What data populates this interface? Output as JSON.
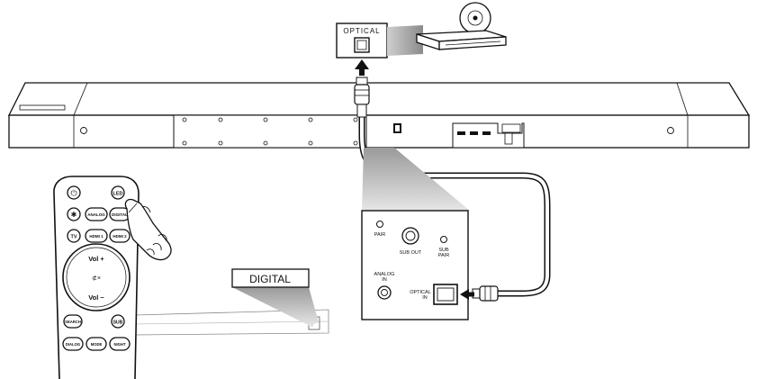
{
  "diagram": {
    "optical_port_box": {
      "label": "OPTICAL"
    },
    "rear_panel": {
      "pair_label": "PAIR",
      "sub_out_label": "SUB OUT",
      "sub_pair_label_line1": "SUB",
      "sub_pair_label_line2": "PAIR",
      "analog_in_line1": "ANALOG",
      "analog_in_line2": "IN",
      "optical_in_line1": "OPTICAL",
      "optical_in_line2": "IN"
    },
    "display_label": "DIGITAL",
    "remote": {
      "buttons": {
        "power": "⏻",
        "led": "LED",
        "bluetooth": "✱",
        "analog": "ANALOG",
        "digital": "DIGITAL",
        "tv": "TV",
        "hdmi1": "HDMI 1",
        "hdmi2": "HDMI 2",
        "vol_up": "Vol +",
        "mute": "⊄×",
        "vol_down": "Vol −",
        "search": "SEARCH",
        "sub": "SUB",
        "dialog": "DIALOG",
        "mode": "MODE",
        "night": "NIGHT"
      }
    }
  }
}
